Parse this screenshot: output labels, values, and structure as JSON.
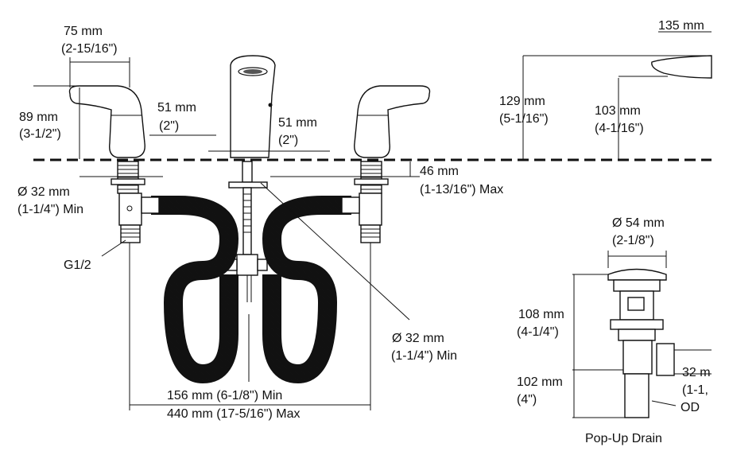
{
  "dimensions": {
    "handle_width": {
      "mm": "75 mm",
      "in": "(2-15/16\")"
    },
    "handle_height": {
      "mm": "89 mm",
      "in": "(3-1/2\")"
    },
    "handle_clearance": {
      "mm": "51 mm",
      "in": "(2\")"
    },
    "spout_clearance": {
      "mm": "51 mm",
      "in": "(2\")"
    },
    "shank_diameter": {
      "mm": "Ø 32 mm",
      "in": "(1-1/4\") Min"
    },
    "thread": {
      "label": "G1/2"
    },
    "deck_thickness": {
      "mm": "46 mm",
      "in": "(1-13/16\") Max"
    },
    "center_hole": {
      "mm": "Ø 32 mm",
      "in": "(1-1/4\") Min"
    },
    "centers": {
      "min": "156 mm (6-1/8\") Min",
      "max": "440 mm (17-5/16\") Max"
    },
    "spout_reach": {
      "mm": "135 mm"
    },
    "spout_height": {
      "mm": "129 mm",
      "in": "(5-1/16\")"
    },
    "spout_outlet_height": {
      "mm": "103 mm",
      "in": "(4-1/16\")"
    },
    "drain_diameter": {
      "mm": "Ø 54 mm",
      "in": "(2-1/8\")"
    },
    "drain_body_height": {
      "mm": "108 mm",
      "in": "(4-1/4\")"
    },
    "drain_tail_height": {
      "mm": "102 mm",
      "in": "(4\")"
    },
    "drain_od": {
      "mm": "32 m",
      "in": "(1-1,",
      "od": "OD"
    }
  },
  "captions": {
    "drain": "Pop-Up Drain"
  }
}
